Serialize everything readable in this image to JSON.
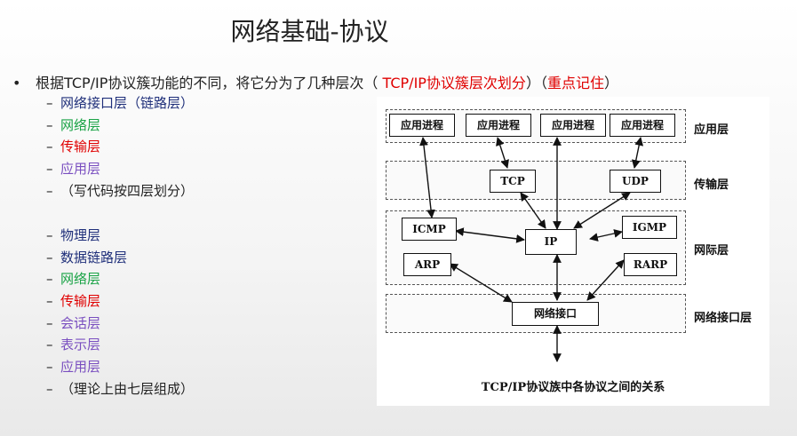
{
  "title": "网络基础-协议",
  "main_bullet": {
    "marker": "•",
    "text": "根据TCP/IP协议簇功能的不同，将它分为了几种层次（ ",
    "highlight1": "TCP/IP协议簇层次划分",
    "middle": "）（",
    "highlight2": "重点记住",
    "end": "）"
  },
  "tcpip_layers": [
    {
      "text": "网络接口层（链路层）",
      "color": "#1f2f7a"
    },
    {
      "text": "网络层",
      "color": "#1aa346"
    },
    {
      "text": "传输层",
      "color": "#e00000"
    },
    {
      "text": "应用层",
      "color": "#7a4fc0"
    },
    {
      "text": "（写代码按四层划分）",
      "color": "#222222"
    }
  ],
  "osi_layers": [
    {
      "text": "物理层",
      "color": "#1f2f7a"
    },
    {
      "text": "数据链路层",
      "color": "#1f2f7a"
    },
    {
      "text": "网络层",
      "color": "#1aa346"
    },
    {
      "text": "传输层",
      "color": "#e00000"
    },
    {
      "text": "会话层",
      "color": "#7a4fc0"
    },
    {
      "text": "表示层",
      "color": "#7a4fc0"
    },
    {
      "text": "应用层",
      "color": "#7a4fc0"
    },
    {
      "text": "（理论上由七层组成）",
      "color": "#222222"
    }
  ],
  "dash": "–",
  "diagram": {
    "layer_labels": {
      "application": "应用层",
      "transport": "传输层",
      "network": "网际层",
      "link": "网络接口层"
    },
    "app_process": "应用进程",
    "tcp": "TCP",
    "udp": "UDP",
    "icmp": "ICMP",
    "igmp": "IGMP",
    "ip": "IP",
    "arp": "ARP",
    "rarp": "RARP",
    "netif": "网络接口",
    "caption": "TCP/IP协议族中各协议之间的关系"
  }
}
